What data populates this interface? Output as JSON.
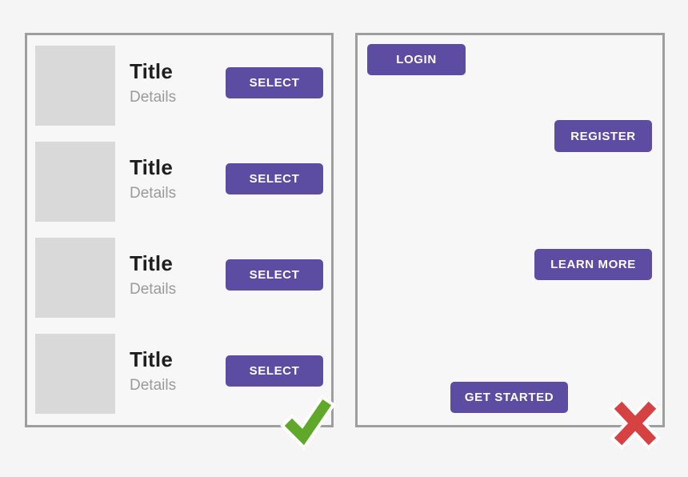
{
  "good_panel": {
    "description": "aligned-list-example",
    "items": [
      {
        "title": "Title",
        "details": "Details",
        "action": "SELECT"
      },
      {
        "title": "Title",
        "details": "Details",
        "action": "SELECT"
      },
      {
        "title": "Title",
        "details": "Details",
        "action": "SELECT"
      },
      {
        "title": "Title",
        "details": "Details",
        "action": "SELECT"
      }
    ],
    "verdict": {
      "icon": "checkmark-icon",
      "color": "#60a829"
    }
  },
  "bad_panel": {
    "description": "scattered-buttons-example",
    "buttons": [
      {
        "label": "LOGIN"
      },
      {
        "label": "REGISTER"
      },
      {
        "label": "LEARN MORE"
      },
      {
        "label": "GET STARTED"
      }
    ],
    "verdict": {
      "icon": "cross-icon",
      "color": "#d64141"
    }
  },
  "colors": {
    "background": "#f5f5f5",
    "panel_background": "#f7f7f7",
    "panel_border": "#9e9e9e",
    "accent_purple": "#5c4da3",
    "thumbnail_gray": "#d9d9d9",
    "title_text": "#1f1f1f",
    "details_text": "#9a9a9a",
    "success_green": "#60a829",
    "error_red": "#d64141"
  }
}
